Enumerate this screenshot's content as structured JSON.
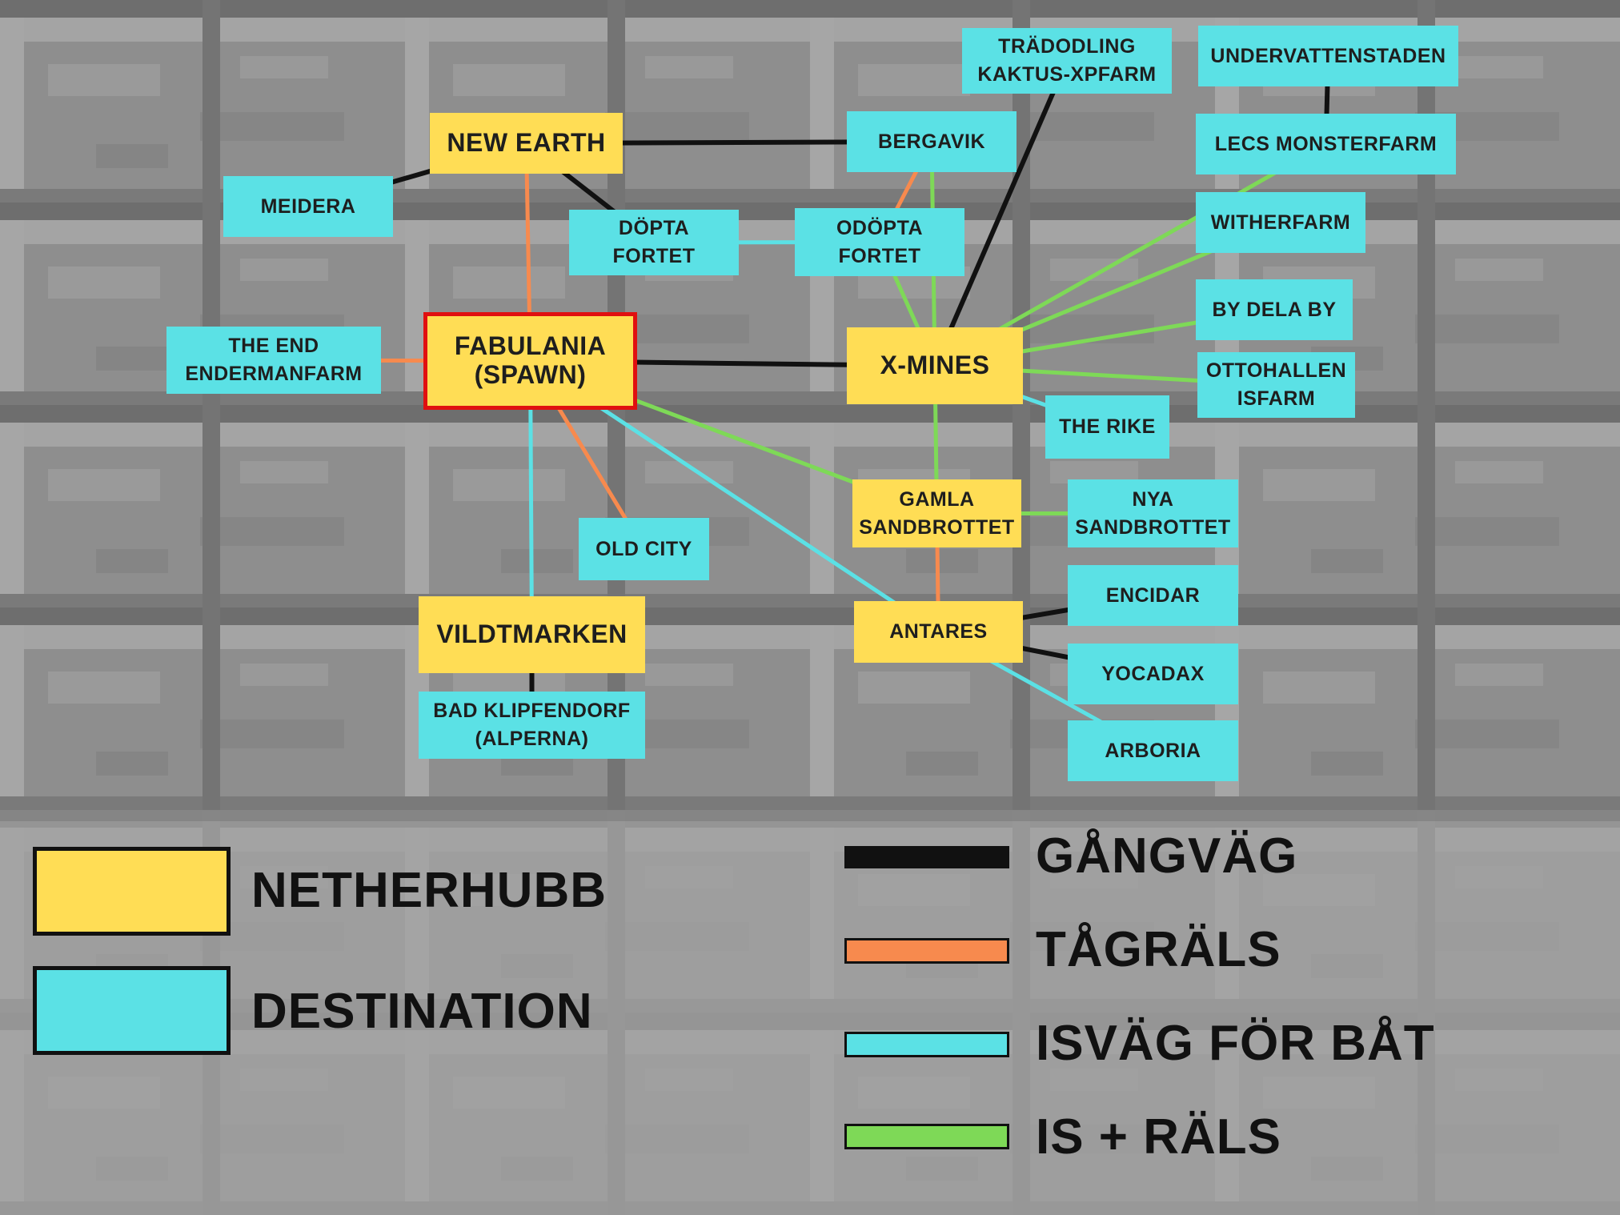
{
  "colors": {
    "netherhub": "#ffdd55",
    "destination": "#5be1e5",
    "spawn_border": "#e01010",
    "gangvag": "#111111",
    "tagrals": "#f78a4e",
    "isvag": "#5be1e5",
    "is_rals": "#7ed957"
  },
  "nodes": {
    "new_earth": [
      "NEW EARTH"
    ],
    "meidera": [
      "MEIDERA"
    ],
    "dopta": [
      "DÖPTA",
      "FORTET"
    ],
    "odopta": [
      "ODÖPTA",
      "FORTET"
    ],
    "bergavik": [
      "BERGAVIK"
    ],
    "tradodling": [
      "TRÄDODLING",
      "KAKTUS-XPFARM"
    ],
    "undervatten": [
      "UNDERVATTENSTADEN"
    ],
    "lecs": [
      "LECS MONSTERFARM"
    ],
    "witherfarm": [
      "WITHERFARM"
    ],
    "bydelaby": [
      "BY DELA BY"
    ],
    "ottohallen": [
      "OTTOHALLEN",
      "ISFARM"
    ],
    "therike": [
      "THE RIKE"
    ],
    "theend": [
      "THE END",
      "ENDERMANFARM"
    ],
    "fabulania": [
      "FABULANIA",
      "(SPAWN)"
    ],
    "xmines": [
      "X-MINES"
    ],
    "oldcity": [
      "OLD CITY"
    ],
    "gamla": [
      "GAMLA",
      "SANDBROTTET"
    ],
    "nya": [
      "NYA",
      "SANDBROTTET"
    ],
    "antares": [
      "ANTARES"
    ],
    "encidar": [
      "ENCIDAR"
    ],
    "yocadax": [
      "YOCADAX"
    ],
    "arboria": [
      "ARBORIA"
    ],
    "vildtmarken": [
      "VILDTMARKEN"
    ],
    "badklipfendorf": [
      "BAD KLIPFENDORF",
      "(ALPERNA)"
    ]
  },
  "links": [
    {
      "from": "new_earth",
      "to": "bergavik",
      "type": "gangvag"
    },
    {
      "from": "meidera",
      "to": "new_earth",
      "type": "gangvag"
    },
    {
      "from": "new_earth",
      "to": "dopta",
      "type": "gangvag"
    },
    {
      "from": "new_earth",
      "to": "fabulania",
      "type": "tagrals"
    },
    {
      "from": "dopta",
      "to": "odopta",
      "type": "isvag"
    },
    {
      "from": "bergavik",
      "to": "odopta",
      "type": "tagrals"
    },
    {
      "from": "odopta",
      "to": "xmines",
      "type": "is_rals"
    },
    {
      "from": "bergavik",
      "to": "xmines",
      "type": "is_rals"
    },
    {
      "from": "tradodling",
      "to": "xmines",
      "type": "gangvag"
    },
    {
      "from": "undervatten",
      "to": "lecs",
      "type": "gangvag"
    },
    {
      "from": "lecs",
      "to": "xmines",
      "type": "is_rals"
    },
    {
      "from": "witherfarm",
      "to": "xmines",
      "type": "is_rals"
    },
    {
      "from": "bydelaby",
      "to": "xmines",
      "type": "is_rals"
    },
    {
      "from": "ottohallen",
      "to": "xmines",
      "type": "is_rals"
    },
    {
      "from": "therike",
      "to": "xmines",
      "type": "isvag"
    },
    {
      "from": "theend",
      "to": "fabulania",
      "type": "tagrals"
    },
    {
      "from": "fabulania",
      "to": "xmines",
      "type": "gangvag"
    },
    {
      "from": "fabulania",
      "to": "oldcity",
      "type": "tagrals"
    },
    {
      "from": "fabulania",
      "to": "vildtmarken",
      "type": "isvag"
    },
    {
      "from": "fabulania",
      "to": "gamla",
      "type": "is_rals"
    },
    {
      "from": "fabulania",
      "to": "antares",
      "type": "isvag"
    },
    {
      "from": "xmines",
      "to": "gamla",
      "type": "is_rals"
    },
    {
      "from": "gamla",
      "to": "nya",
      "type": "is_rals"
    },
    {
      "from": "gamla",
      "to": "antares",
      "type": "tagrals"
    },
    {
      "from": "antares",
      "to": "encidar",
      "type": "gangvag"
    },
    {
      "from": "antares",
      "to": "yocadax",
      "type": "gangvag"
    },
    {
      "from": "antares",
      "to": "arboria",
      "type": "isvag"
    },
    {
      "from": "vildtmarken",
      "to": "badklipfendorf",
      "type": "gangvag"
    }
  ],
  "legend": {
    "netherhubb": "NETHERHUBB",
    "destination": "DESTINATION",
    "gangvag": "GÅNGVÄG",
    "tagrals": "TÅGRÄLS",
    "isvag": "ISVÄG FÖR BÅT",
    "is_rals": "IS + RÄLS"
  }
}
